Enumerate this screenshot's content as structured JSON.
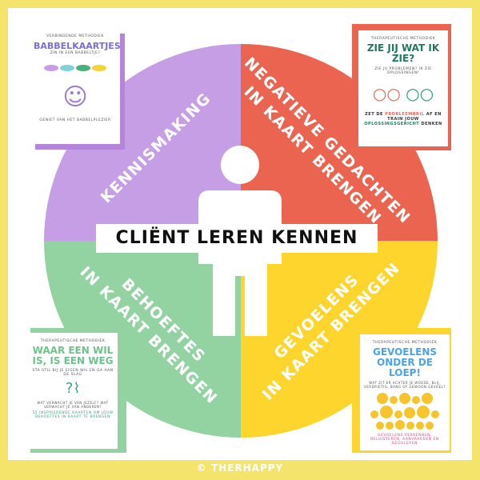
{
  "colors": {
    "purple": "#c59ee6",
    "red": "#ea6450",
    "green": "#93d3a2",
    "yellow": "#fdd52c",
    "frame": "#f5e46c"
  },
  "center_title": "CLIËNT LEREN KENNEN",
  "quadrants": {
    "top_left": {
      "lines": [
        "KENNISMAKING"
      ]
    },
    "top_right": {
      "lines": [
        "NEGATIEVE GEDACHTEN",
        "IN KAART BRENGEN"
      ]
    },
    "bottom_left": {
      "lines": [
        "BEHOEFTES",
        "IN KAART BRENGEN"
      ]
    },
    "bottom_right": {
      "lines": [
        "GEVOELENS",
        "IN KAART BRENGEN"
      ]
    }
  },
  "cards": {
    "babbel": {
      "subtitle": "VERBINDENDE METHODIEK",
      "title": "BABBELKAARTJES",
      "tagline": "ZIN IN EEN BABBELTJE?",
      "footer": "GENIET VAN HET BABBELPLEZIER"
    },
    "zie": {
      "subtitle": "THERAPEUTISCHE METHODIEK",
      "title": "ZIE JIJ WAT IK ZIE?",
      "tagline": "ZIE JIJ PROBLEMEN? IK ZIE OPLOSSINGEN!",
      "footer1": "ZET DE",
      "footer_highlight1": "PROBLEEMBRIL",
      "footer2": "AF EN TRAIN JOUW",
      "footer_highlight2": "OPLOSSINGSGERICHT",
      "footer3": "DENKEN"
    },
    "wil": {
      "subtitle": "THERAPEUTISCHE METHODIEK",
      "title": "WAAR EEN WIL IS, IS EEN WEG",
      "tagline": "STA STIL BIJ JE EIGEN WIL EN GA AAN DE SLAG",
      "question": "WAT VERWACHT JE VAN JEZELF? WAT VERWACHT JE VAN ANDEREN?",
      "footer": "55 INSPIRERENDE KAARTEN OM JOUW BEHOEFTES IN KAART TE BRENGEN"
    },
    "gevoelens": {
      "subtitle": "THERAPEUTISCHE METHODIEK",
      "title": "GEVOELENS ONDER DE LOEP!",
      "tagline": "WAT ZIT ER ACHTER JE WOEDE, BLIJ, VERDRIETIG, BANG OF GEWOON GEVOEL?",
      "footer": "GEVOELENS VERKENNEN, BELUISTEREN, AANVAARDEN EN REGULEREN"
    }
  },
  "footer": "© THERHAPPY"
}
